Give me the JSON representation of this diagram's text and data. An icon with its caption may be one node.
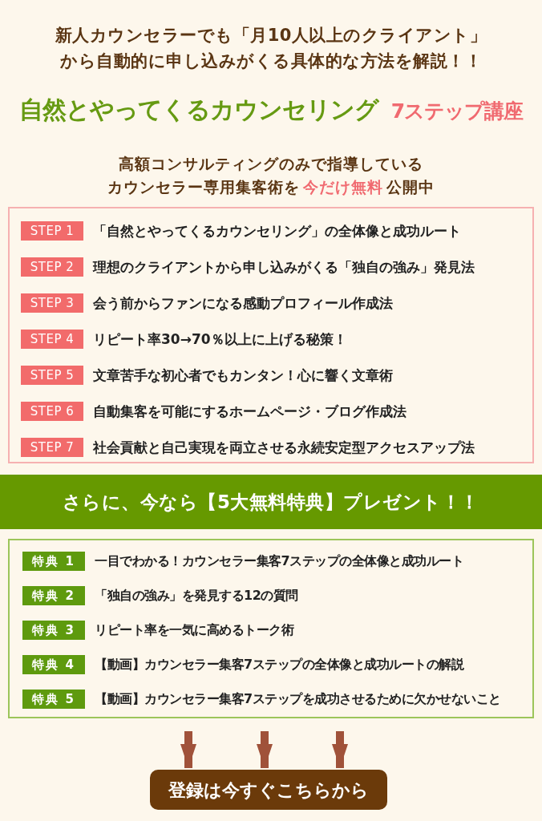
{
  "diagram": {
    "nodes": [
      {
        "text": [],
        "shape": "box"
      },
      {
        "text": [
          "STEP 1"
        ],
        "beside": [
          "「自然とやってくるカウンセリング」の全体像と成功ルート"
        ],
        "in": 0
      },
      {
        "text": [
          "STEP 2"
        ],
        "beside": [
          "理想のクライアントから申し込みがくる「独自の強み」発見法"
        ],
        "in": 0
      },
      {
        "text": [
          "STEP 3"
        ],
        "beside": [
          "会う前からファンになる感動プロフィール作成法"
        ],
        "in": 0
      },
      {
        "text": [
          "STEP 4"
        ],
        "beside": [
          "リピート率30→70％以上に上げる秘策！"
        ],
        "in": 0
      },
      {
        "text": [
          "STEP 5"
        ],
        "beside": [
          "文章苦手な初心者でもカンタン！心に響く文章術"
        ],
        "in": 0
      },
      {
        "text": [
          "STEP 6"
        ],
        "beside": [
          "自動集客を可能にするホームページ・ブログ作成法"
        ],
        "in": 0
      },
      {
        "text": [
          "STEP 7"
        ],
        "beside": [
          "社会貢献と自己実現を両立させる永続安定型アクセスアップ法"
        ],
        "in": 0
      },
      {
        "text": [
          "さらに、今なら【5大無料特典】プレゼント！！"
        ]
      },
      {
        "text": [],
        "shape": "box"
      },
      {
        "text": [
          "特典 1"
        ],
        "beside": [
          "一目でわかる！カウンセラー集客7ステップの全体像と成功ルート"
        ],
        "in": 9
      },
      {
        "text": [
          "特典 2"
        ],
        "beside": [
          "「独自の強み」を発見する12の質問"
        ],
        "in": 9
      },
      {
        "text": [
          "特典 3"
        ],
        "beside": [
          "リピート率を一気に高めるトーク術"
        ],
        "in": 9
      },
      {
        "text": [
          "特典 4"
        ],
        "beside": [
          "【動画】カウンセラー集客7ステップの全体像と成功ルートの解説"
        ],
        "in": 9
      },
      {
        "text": [
          "特典 5"
        ],
        "beside": [
          "【動画】カウンセラー集客7ステップを成功させるために欠かせないこと"
        ],
        "in": 9
      },
      {
        "text": [
          "登録は今すぐこちらから"
        ]
      }
    ],
    "edges": [
      {
        "from": null,
        "to": 15,
        "arrow": "to"
      },
      {
        "from": null,
        "to": 15,
        "arrow": "to"
      },
      {
        "from": null,
        "to": 15,
        "arrow": "to"
      }
    ],
    "labels": [
      "新人カウンセラーでも「月10人以上のクライアント」から自動的に申し込みがくる具体的な方法を解説！！",
      "自然とやってくるカウンセリング",
      "7ステップ講座",
      "高額コンサルティングのみで指導している",
      "カウンセラー専用集客術を",
      "今だけ無料",
      "公開中"
    ]
  }
}
